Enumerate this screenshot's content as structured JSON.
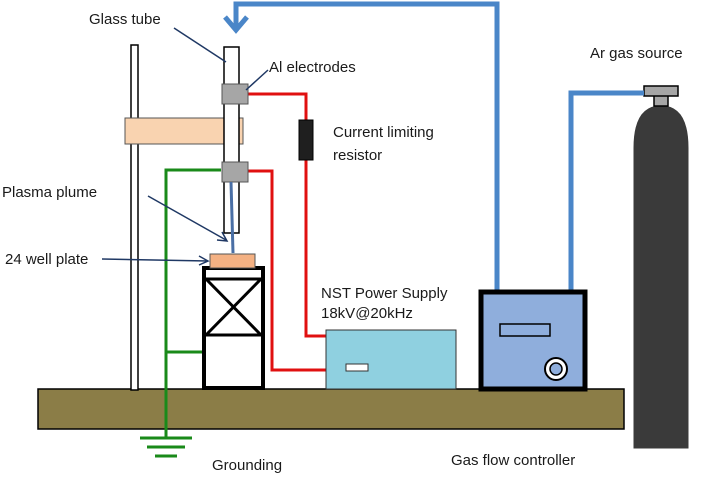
{
  "labels": {
    "glass_tube": "Glass tube",
    "al_electrodes": "Al electrodes",
    "current_limiting_1": "Current limiting",
    "current_limiting_2": "resistor",
    "plasma_plume": "Plasma plume",
    "well_plate": "24 well plate",
    "nst_power_1": "NST Power Supply",
    "nst_power_2": "18kV@20kHz",
    "ar_gas_source": "Ar gas source",
    "grounding": "Grounding",
    "gas_flow_controller": "Gas flow controller"
  },
  "colors": {
    "gas_line": "#4a86c8",
    "hv_wire": "#e01010",
    "ground_wire": "#1a8a1a",
    "bench": "#8b7d47",
    "clamp": "#f9d3b0",
    "well_plate": "#f4b183",
    "power_supply": "#8fd0e0",
    "flow_controller": "#8faedc",
    "gas_cylinder": "#3a3a3a",
    "electrode": "#a6a6a6",
    "resistor": "#1f1f1f"
  }
}
